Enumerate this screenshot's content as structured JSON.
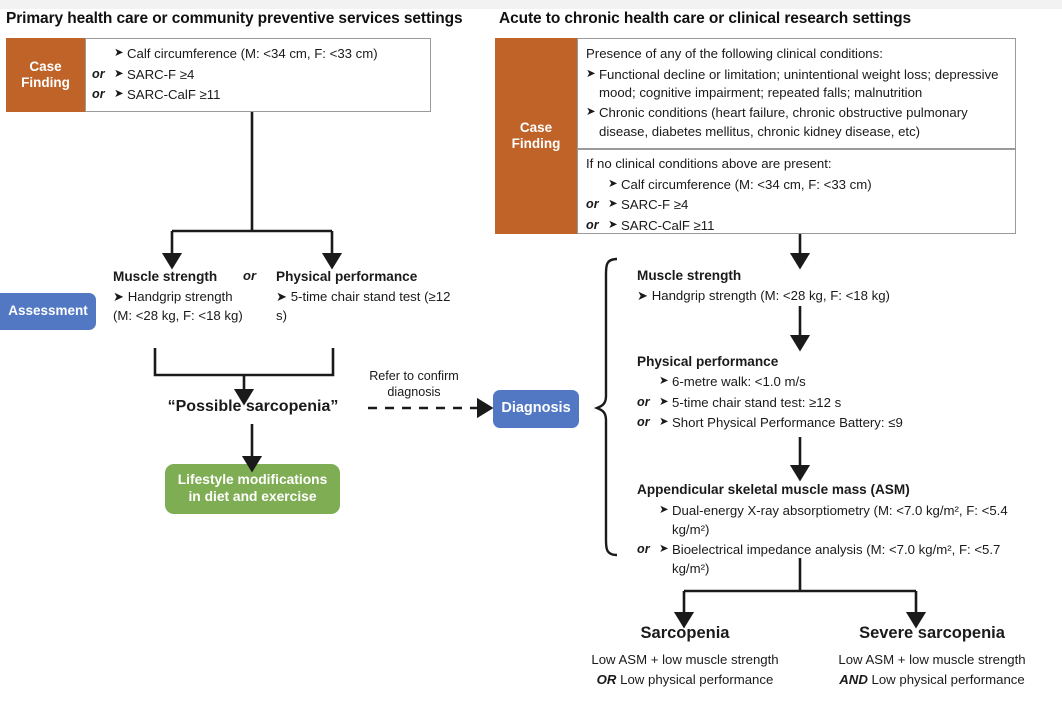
{
  "headers": {
    "left": "Primary health care or community preventive services settings",
    "right": "Acute to chronic health care or clinical research settings"
  },
  "stages": {
    "case_finding_left": "Case\nFinding",
    "case_finding_right": "Case\nFinding",
    "assessment": "Assessment",
    "diagnosis": "Diagnosis",
    "lifestyle": "Lifestyle modifications\nin diet and exercise"
  },
  "colors": {
    "orange": "#bf6329",
    "blue": "#5278c4",
    "green": "#7fad53",
    "panel_border": "#9a9a9a",
    "line": "#1a1a1a"
  },
  "left_case_finding": {
    "criteria": [
      {
        "or": "",
        "text": "Calf circumference (M: <34 cm, F: <33 cm)"
      },
      {
        "or": "or",
        "text": "SARC-F ≥4"
      },
      {
        "or": "or",
        "text": "SARC-CalF ≥11"
      }
    ]
  },
  "right_case_finding": {
    "top_intro": "Presence of any of the following clinical conditions:",
    "top_items": [
      "Functional decline or limitation; unintentional weight loss; depressive mood; cognitive impairment; repeated falls; malnutrition",
      "Chronic conditions (heart failure, chronic obstructive pulmonary disease, diabetes mellitus, chronic kidney disease, etc)"
    ],
    "bottom_intro": "If no clinical conditions above are present:",
    "criteria": [
      {
        "or": "",
        "text": "Calf circumference (M: <34 cm, F: <33 cm)"
      },
      {
        "or": "or",
        "text": "SARC-F ≥4"
      },
      {
        "or": "or",
        "text": "SARC-CalF ≥11"
      }
    ]
  },
  "left_assessment": {
    "muscle_strength_title": "Muscle strength",
    "or_label": "or",
    "physical_performance_title": "Physical performance",
    "muscle_strength_body": "➤ Handgrip strength\n(M: <28 kg, F: <18 kg)",
    "physical_performance_body": "➤ 5-time chair stand test (≥12 s)",
    "possible_sarcopenia": "“Possible sarcopenia”",
    "refer_label": "Refer to confirm diagnosis"
  },
  "right_diagnosis": {
    "muscle_strength_title": "Muscle strength",
    "muscle_strength_item": "➤ Handgrip strength (M: <28 kg, F: <18 kg)",
    "physical_performance_title": "Physical performance",
    "physical_performance_items": [
      {
        "or": "",
        "text": "6-metre walk: <1.0 m/s"
      },
      {
        "or": "or",
        "text": "5-time chair stand test: ≥12 s"
      },
      {
        "or": "or",
        "text": "Short Physical Performance Battery: ≤9"
      }
    ],
    "asm_title": "Appendicular skeletal muscle mass (ASM)",
    "asm_items": [
      {
        "or": "",
        "text": "Dual-energy X-ray absorptiometry (M: <7.0 kg/m², F: <5.4 kg/m²)"
      },
      {
        "or": "or",
        "text": "Bioelectrical impedance analysis (M: <7.0 kg/m², F: <5.7 kg/m²)"
      }
    ]
  },
  "outcomes": [
    {
      "title": "Sarcopenia",
      "line1": "Low ASM + low muscle strength",
      "conj": "OR",
      "line2": "Low physical performance"
    },
    {
      "title": "Severe sarcopenia",
      "line1": "Low ASM + low muscle strength",
      "conj": "AND",
      "line2": "Low physical performance"
    }
  ]
}
